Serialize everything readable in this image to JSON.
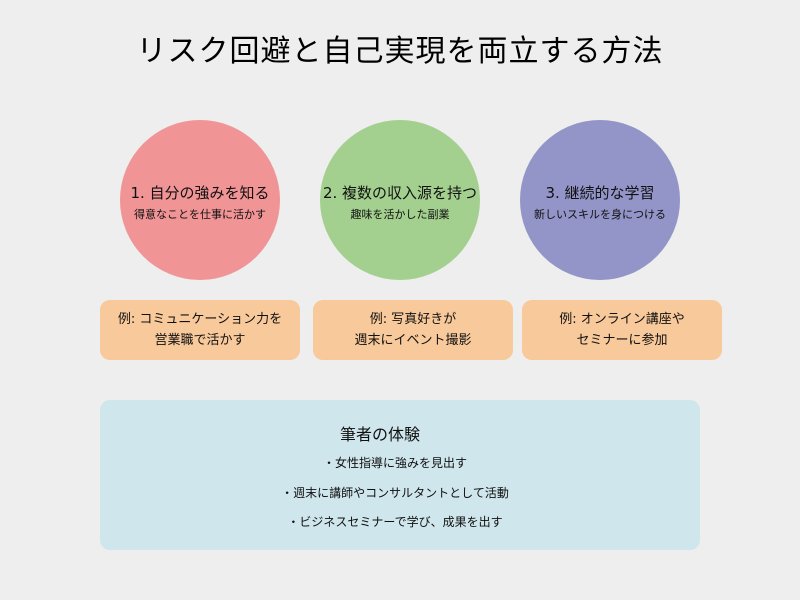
{
  "title": "リスク回避と自己実現を両立する方法",
  "colors": {
    "background": "#eeeeee",
    "step1": "#f09496",
    "step2": "#a3d08f",
    "step3": "#9394c8",
    "example": "#f8c99b",
    "panel": "#cfe6ec"
  },
  "steps": [
    {
      "title": "1. 自分の強みを知る",
      "subtitle": "得意なことを仕事に活かす",
      "example_line1": "例: コミュニケーション力を",
      "example_line2": "営業職で活かす"
    },
    {
      "title": "2. 複数の収入源を持つ",
      "subtitle": "趣味を活かした副業",
      "example_line1": "例: 写真好きが",
      "example_line2": "週末にイベント撮影"
    },
    {
      "title": "3. 継続的な学習",
      "subtitle": "新しいスキルを身につける",
      "example_line1": "例: オンライン講座や",
      "example_line2": "セミナーに参加"
    }
  ],
  "experience": {
    "heading": "筆者の体験",
    "items": [
      "・女性指導に強みを見出す",
      "・週末に講師やコンサルタントとして活動",
      "・ビジネスセミナーで学び、成果を出す"
    ]
  }
}
